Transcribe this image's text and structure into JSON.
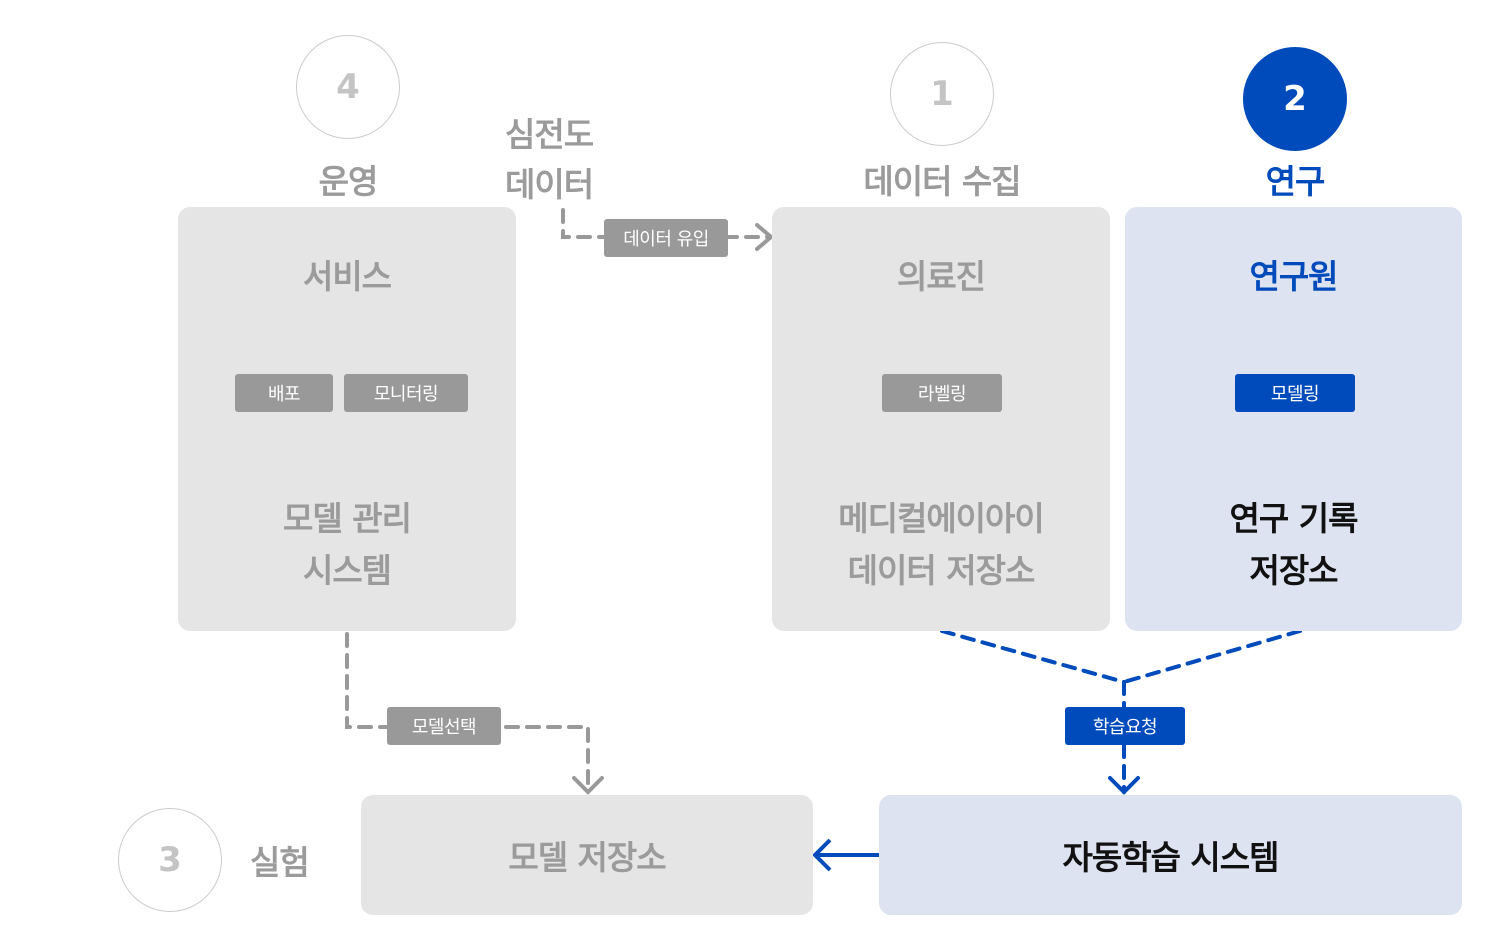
{
  "colors": {
    "accent": "#004bbb",
    "muted_text": "#9b9b9b",
    "panel_gray": "#e5e5e5",
    "panel_blue": "#dde3f1",
    "tag_gray": "#999999",
    "circle_border": "#cccccc"
  },
  "steps": [
    {
      "number": "4",
      "title": "운영",
      "active": false
    },
    {
      "number": "1",
      "title": "데이터 수집",
      "active": false
    },
    {
      "number": "2",
      "title": "연구",
      "active": true
    },
    {
      "number": "3",
      "title": "실험",
      "active": false
    }
  ],
  "external_source": {
    "line1": "심전도",
    "line2": "데이터"
  },
  "edges": {
    "data_inflow": "데이터 유입",
    "model_select": "모델선택",
    "train_request": "학습요청"
  },
  "operations_panel": {
    "top": "서비스",
    "tags": [
      "배포",
      "모니터링"
    ],
    "bottom_line1": "모델 관리",
    "bottom_line2": "시스템"
  },
  "collection_panel": {
    "top": "의료진",
    "tag": "라벨링",
    "bottom_line1": "메디컬에이아이",
    "bottom_line2": "데이터 저장소"
  },
  "research_panel": {
    "top": "연구원",
    "tag": "모델링",
    "bottom_line1": "연구 기록",
    "bottom_line2": "저장소"
  },
  "model_store": {
    "label": "모델 저장소"
  },
  "auto_training": {
    "label": "자동학습 시스템"
  }
}
